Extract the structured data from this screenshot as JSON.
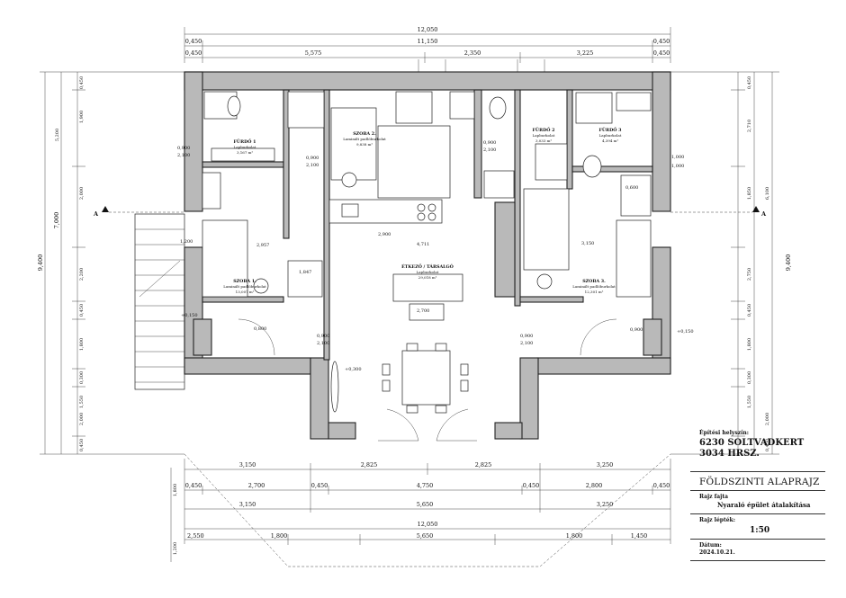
{
  "drawing": {
    "location_label": "Építési helyszín:",
    "location_city": "6230 SOLTVADKERT",
    "location_lot": "3034 HRSZ.",
    "sheet_title": "FÖLDSZINTI ALAPRAJZ",
    "type_label": "Rajz fajta",
    "type_value": "Nyaraló épület átalakítása",
    "scale_label": "Rajz lépték:",
    "scale_value": "1:50",
    "date_label": "Dátum:",
    "date_value": "2024.10.21."
  },
  "rooms": [
    {
      "name": "FÜRDŐ 1",
      "sub": "Lapburkolat",
      "area": "3,167 m²"
    },
    {
      "name": "SZOBA 2.",
      "sub": "Laminált padlóburkolat",
      "area": "9,838 m²"
    },
    {
      "name": "FÜRDŐ 2",
      "sub": "Lapburkolat",
      "area": "3,033 m²"
    },
    {
      "name": "FÜRDŐ 3",
      "sub": "Lapburkolat",
      "area": "4,394 m²"
    },
    {
      "name": "ÉTKEZŐ / TÁRSALGÓ",
      "sub": "Lapburkolat",
      "area": "29,018 m²"
    },
    {
      "name": "SZOBA 1.",
      "sub": "Laminált padlóburkolat",
      "area": "13,007 m²"
    },
    {
      "name": "SZOBA 3.",
      "sub": "Laminált padlóburkolat",
      "area": "12,301 m²"
    }
  ],
  "dims": {
    "top": {
      "overall": "12,050",
      "mid": [
        "0,450",
        "11,150",
        "0,450"
      ],
      "parts": [
        "0,450",
        "5,575",
        "2,350",
        "3,225",
        "0,450"
      ]
    },
    "bottom": {
      "row1": [
        "3,150",
        "2,825",
        "2,825",
        "3,250"
      ],
      "row2": [
        "0,450",
        "2,700",
        "0,450",
        "4,750",
        "0,450",
        "2,800",
        "0,450"
      ],
      "row3": [
        "3,150",
        "5,650",
        "3,250"
      ],
      "overall": "12,050",
      "row5": [
        "2,550",
        "1,800",
        "5,650",
        "1,800",
        "1,450"
      ]
    },
    "left": {
      "overall": "9,400",
      "total2": "7,000",
      "parts": [
        "0,450",
        "1,900",
        "2,000",
        "5,200",
        "2,200",
        "0,450",
        "1,800",
        "0,300",
        "1,550",
        "2,000",
        "0,450"
      ]
    },
    "right": {
      "overall": "9,400",
      "parts": [
        "0,450",
        "2,710",
        "1,850",
        "2,750",
        "0,450",
        "1,800",
        "0,300",
        "1,550",
        "2,000",
        "0,450",
        "6,100"
      ]
    },
    "bottom_left_vertical": [
      "1,800",
      "1,200"
    ],
    "section_marks": [
      "A",
      "A"
    ],
    "levels": [
      "+0,150",
      "+0,300",
      "+0,150"
    ],
    "interior": [
      "0,900",
      "2,100",
      "0,900",
      "2,100",
      "0,900",
      "2,100",
      "0,900",
      "2,100",
      "0,900",
      "2,100",
      "2,700",
      "4,711",
      "2,900",
      "3,150",
      "1,847",
      "2,957",
      "0,600",
      "1,000",
      "1,200",
      "0,800",
      "1,000",
      "0,900"
    ]
  }
}
